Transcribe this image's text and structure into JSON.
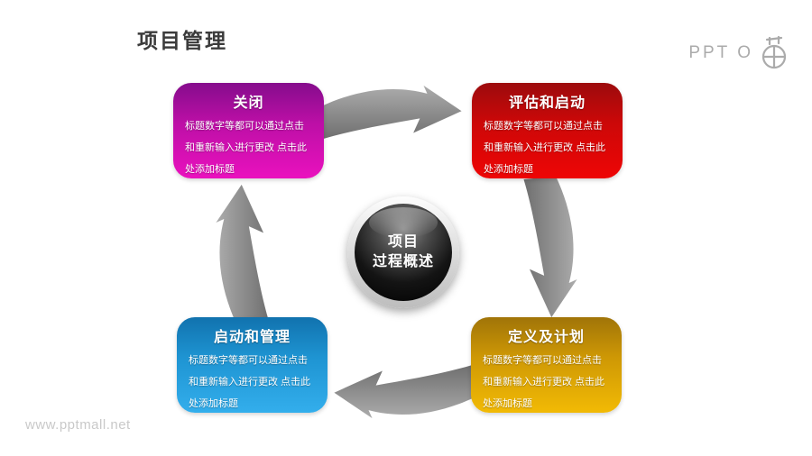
{
  "page": {
    "title": "项目管理",
    "watermark": "www.pptmall.net",
    "logo_text": "PPT O"
  },
  "center_sphere": {
    "line1": "项目",
    "line2": "过程概述"
  },
  "process_boxes": [
    {
      "id": "close",
      "title": "关闭",
      "body": [
        "标题数字等都可以通过点击",
        "和重新输入进行更改 点击此",
        "处添加标题"
      ],
      "position": "top-left",
      "color_top": "#850C8C",
      "color_mid": "#BC0FA6",
      "color_bottom": "#EA11BE"
    },
    {
      "id": "evaluate-and-start",
      "title": "评估和启动",
      "body": [
        "标题数字等都可以通过点击",
        "和重新输入进行更改 点击此",
        "处添加标题"
      ],
      "position": "top-right",
      "color_top": "#9C0B0D",
      "color_mid": "#CC0808",
      "color_bottom": "#EE0505"
    },
    {
      "id": "define-and-plan",
      "title": "定义及计划",
      "body": [
        "标题数字等都可以通过点击",
        "和重新输入进行更改 点击此",
        "处添加标题"
      ],
      "position": "bottom-right",
      "color_top": "#A07408",
      "color_mid": "#CE9805",
      "color_bottom": "#F2BA05"
    },
    {
      "id": "start-and-manage",
      "title": "启动和管理",
      "body": [
        "标题数字等都可以通过点击",
        "和重新输入进行更改 点击此",
        "处添加标题"
      ],
      "position": "bottom-left",
      "color_top": "#1172AE",
      "color_mid": "#1E94D2",
      "color_bottom": "#33AEEC"
    }
  ],
  "arrows": {
    "flow": "clockwise",
    "color_light": "#ACACAC",
    "color_dark": "#6F6F6F"
  }
}
